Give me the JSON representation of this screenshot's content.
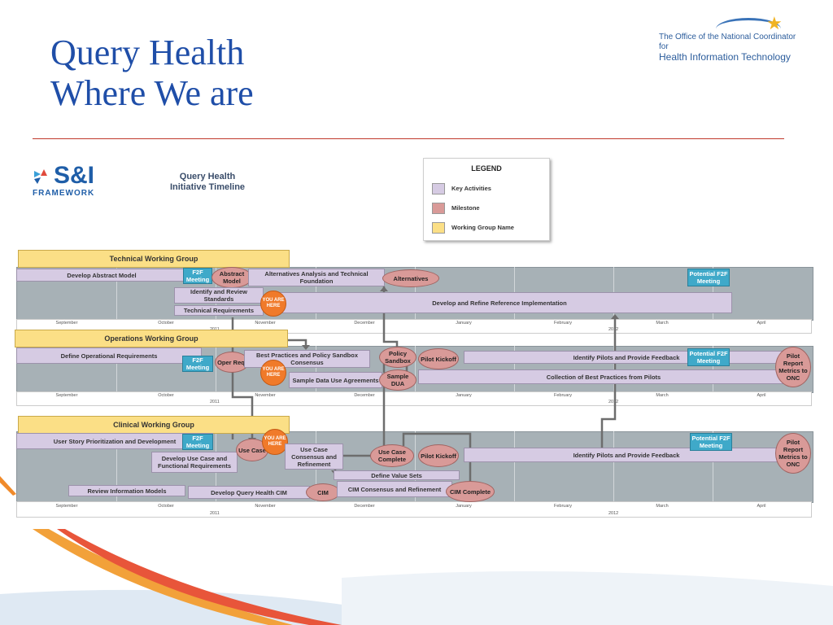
{
  "slide": {
    "title_line1": "Query Health",
    "title_line2": "Where We are"
  },
  "onc_logo": {
    "line1": "The Office of the National Coordinator for",
    "line2": "Health Information Technology"
  },
  "si_logo": {
    "mark": "S&I",
    "sub": "FRAMEWORK"
  },
  "doc_title": {
    "line1": "Query Health",
    "line2": "Initiative Timeline"
  },
  "legend": {
    "title": "LEGEND",
    "items": [
      {
        "label": "Key Activities",
        "color": "#d6cbe3"
      },
      {
        "label": "Milestone",
        "color": "#d99a98"
      },
      {
        "label": "Working Group Name",
        "color": "#fbdf86"
      }
    ]
  },
  "timeline": {
    "months": [
      "September",
      "October",
      "November",
      "December",
      "January",
      "February",
      "March",
      "April"
    ],
    "year1": "2011",
    "year2": "2012"
  },
  "tech": {
    "group": "Technical Working Group",
    "develop_abstract_model": "Develop Abstract Model",
    "f2f": "F2F Meeting",
    "abstract_model": "Abstract Model",
    "alternatives_analysis": "Alternatives Analysis and Technical Foundation",
    "alternatives": "Alternatives",
    "potential_f2f": "Potential F2F Meeting",
    "identify_review": "Identify and Review Standards",
    "technical_requirements": "Technical Requirements",
    "you_are_here": "YOU ARE HERE",
    "develop_refine": "Develop and Refine Reference Implementation"
  },
  "ops": {
    "group": "Operations Working Group",
    "define_operational": "Define Operational Requirements",
    "f2f": "F2F Meeting",
    "oper_req": "Oper Req.",
    "best_practices_sandbox": "Best Practices and Policy Sandbox Consensus",
    "you_are_here": "YOU ARE HERE",
    "sample_data_use": "Sample Data Use Agreements",
    "policy_sandbox": "Policy Sandbox",
    "sample_dua": "Sample DUA",
    "pilot_kickoff": "Pilot Kickoff",
    "identify_pilots": "Identify Pilots and Provide Feedback",
    "collection_best": "Collection of Best Practices from Pilots",
    "potential_f2f": "Potential F2F Meeting",
    "pilot_report": "Pilot Report Metrics to ONC"
  },
  "clin": {
    "group": "Clinical Working Group",
    "user_story": "User Story Prioritization and Development",
    "f2f": "F2F Meeting",
    "develop_use_case": "Develop Use Case and Functional Requirements",
    "use_case": "Use Case",
    "you_are_here": "YOU ARE HERE",
    "use_case_consensus": "Use Case Consensus and Refinement",
    "use_case_complete": "Use Case Complete",
    "pilot_kickoff": "Pilot Kickoff",
    "identify_pilots": "Identify Pilots and Provide Feedback",
    "potential_f2f": "Potential F2F Meeting",
    "pilot_report": "Pilot Report Metrics to ONC",
    "define_value_sets": "Define Value Sets",
    "review_info_models": "Review Information Models",
    "develop_qh_cim": "Develop Query Health CIM",
    "cim": "CIM",
    "cim_consensus": "CIM Consensus and Refinement",
    "cim_complete": "CIM Complete"
  }
}
